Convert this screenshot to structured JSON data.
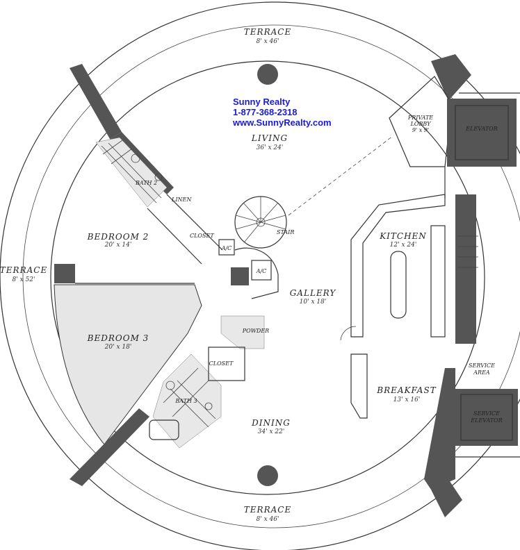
{
  "brand": {
    "name": "Sunny Realty",
    "phone": "1-877-368-2318",
    "website": "www.SunnyRealty.com"
  },
  "rooms": {
    "terrace_top": {
      "label": "TERRACE",
      "dim": "8' x 46'"
    },
    "terrace_left": {
      "label": "TERRACE",
      "dim": "8' x 52'"
    },
    "terrace_bottom": {
      "label": "TERRACE",
      "dim": "8' x 46'"
    },
    "living": {
      "label": "LIVING",
      "dim": "36' x 24'"
    },
    "private_lobby": {
      "label1": "PRIVATE",
      "label2": "LOBBY",
      "dim": "9' x 9'"
    },
    "elevator": {
      "label": "ELEVATOR"
    },
    "bath2": {
      "label": "BATH 2"
    },
    "linen": {
      "label": "LINEN"
    },
    "closet1": {
      "label": "CLOSET"
    },
    "ac1": {
      "label": "A/C"
    },
    "ac2": {
      "label": "A/C"
    },
    "stair": {
      "label": "STAIR"
    },
    "bedroom2": {
      "label": "BEDROOM 2",
      "dim": "20' x 14'"
    },
    "bedroom3": {
      "label": "BEDROOM 3",
      "dim": "20' x 18'"
    },
    "kitchen": {
      "label": "KITCHEN",
      "dim": "12' x 24'"
    },
    "gallery": {
      "label": "GALLERY",
      "dim": "10' x 18'"
    },
    "powder": {
      "label": "POWDER"
    },
    "closet2": {
      "label": "CLOSET"
    },
    "bath3": {
      "label": "BATH 3"
    },
    "service_area": {
      "label1": "SERVICE",
      "label2": "AREA"
    },
    "breakfast": {
      "label": "BREAKFAST",
      "dim": "13' x 16'"
    },
    "service_elevator": {
      "label1": "SERVICE",
      "label2": "ELEVATOR"
    },
    "dining": {
      "label": "DINING",
      "dim": "34' x 22'"
    }
  }
}
